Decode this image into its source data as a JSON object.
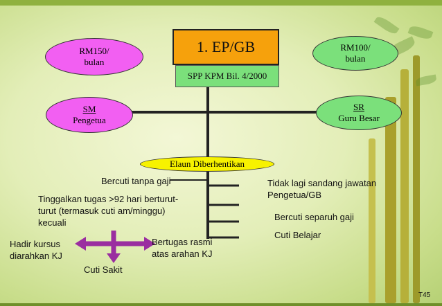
{
  "header_box": "1. EP/GB",
  "spp_box": "SPP KPM Bil. 4/2000",
  "rm150": [
    "RM150/",
    "bulan"
  ],
  "rm100": [
    "RM100/",
    "bulan"
  ],
  "sm": [
    "SM",
    "Pengetua"
  ],
  "sr": [
    "SR",
    "Guru Besar"
  ],
  "elaun": "Elaun Diberhentikan",
  "left_items": {
    "bercuti_tanpa_gaji": "Bercuti tanpa gaji",
    "tinggalkan": [
      "Tinggalkan tugas >92 hari berturut-",
      "turut (termasuk cuti am/minggu)",
      "kecuali"
    ],
    "hadir_kursus": [
      "Hadir kursus",
      "diarahkan KJ"
    ],
    "bertugas_rasmi": [
      "Bertugas rasmi",
      "atas arahan KJ"
    ],
    "cuti_sakit": "Cuti Sakit"
  },
  "right_items": {
    "tidak_lagi": [
      "Tidak lagi sandang jawatan",
      "Pengetua/GB"
    ],
    "separuh_gaji": "Bercuti separuh  gaji",
    "cuti_belajar": "Cuti Belajar"
  },
  "slide_code": "T45",
  "colors": {
    "orange": "#f6a10c",
    "green": "#7be07b",
    "pink": "#f25ff2",
    "purple": "#9a2ea0",
    "yellow": "#f7f200"
  }
}
